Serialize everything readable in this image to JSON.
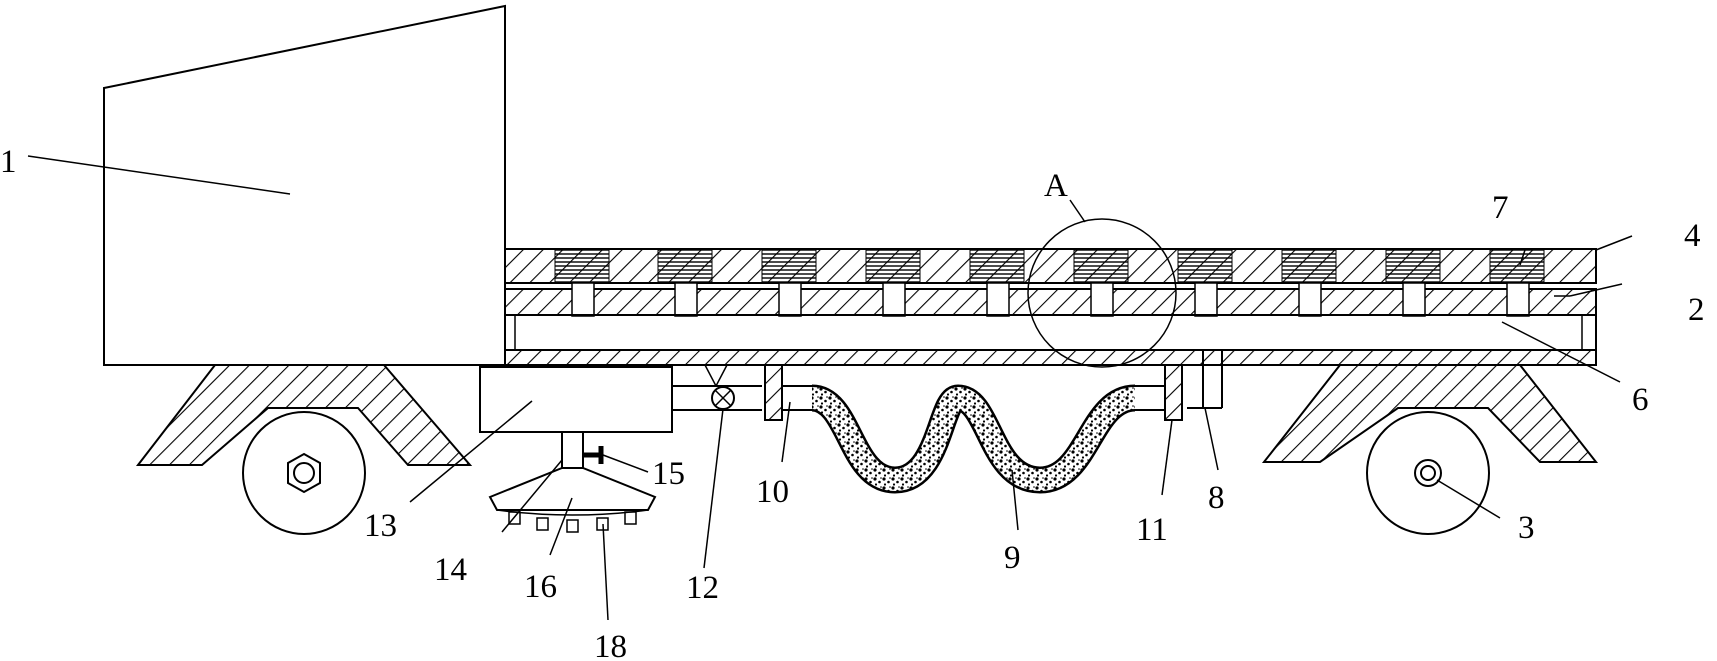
{
  "figure": {
    "line_color": "#000000",
    "background": "#ffffff",
    "detail_marker": "A",
    "labels": [
      "1",
      "2",
      "3",
      "4",
      "6",
      "7",
      "8",
      "9",
      "10",
      "11",
      "12",
      "13",
      "14",
      "15",
      "16",
      "18"
    ]
  }
}
